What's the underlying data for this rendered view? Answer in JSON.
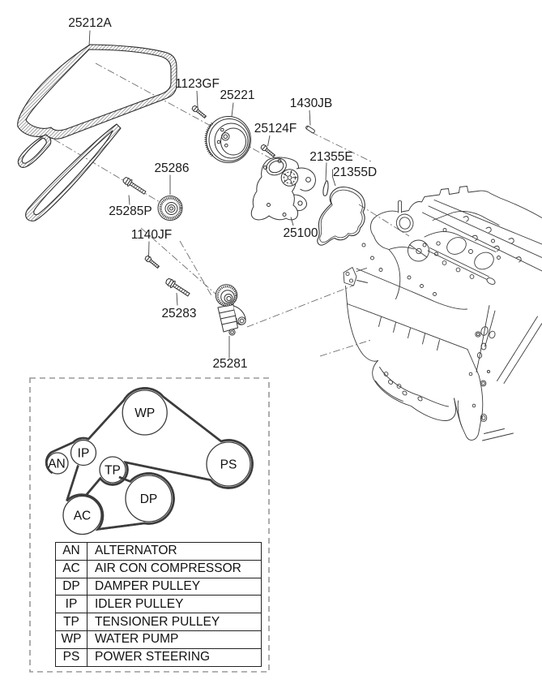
{
  "parts": [
    {
      "id": "25212A",
      "name": "drive belt"
    },
    {
      "id": "1123GF",
      "name": "bolt"
    },
    {
      "id": "25221",
      "name": "pulley"
    },
    {
      "id": "1430JB",
      "name": "pin"
    },
    {
      "id": "25124F",
      "name": "bolt"
    },
    {
      "id": "21355E",
      "name": "gasket strip"
    },
    {
      "id": "21355D",
      "name": "gasket"
    },
    {
      "id": "25286",
      "name": "idler pulley"
    },
    {
      "id": "25285P",
      "name": "bolt"
    },
    {
      "id": "25100",
      "name": "water pump"
    },
    {
      "id": "1140JF",
      "name": "bolt"
    },
    {
      "id": "25283",
      "name": "bolt"
    },
    {
      "id": "25281",
      "name": "belt tensioner"
    }
  ],
  "routing_pulleys": [
    {
      "code": "WP"
    },
    {
      "code": "IP"
    },
    {
      "code": "AN"
    },
    {
      "code": "TP"
    },
    {
      "code": "PS"
    },
    {
      "code": "DP"
    },
    {
      "code": "AC"
    }
  ],
  "legend_rows": [
    {
      "code": "AN",
      "name": "ALTERNATOR"
    },
    {
      "code": "AC",
      "name": "AIR CON COMPRESSOR"
    },
    {
      "code": "DP",
      "name": "DAMPER PULLEY"
    },
    {
      "code": "IP",
      "name": "IDLER PULLEY"
    },
    {
      "code": "TP",
      "name": "TENSIONER PULLEY"
    },
    {
      "code": "WP",
      "name": "WATER PUMP"
    },
    {
      "code": "PS",
      "name": "POWER STEERING"
    }
  ],
  "colors": {
    "line": "#3a3a3a",
    "label": "#1a1a1a",
    "dashed_box": "#999999",
    "background": "#ffffff"
  }
}
